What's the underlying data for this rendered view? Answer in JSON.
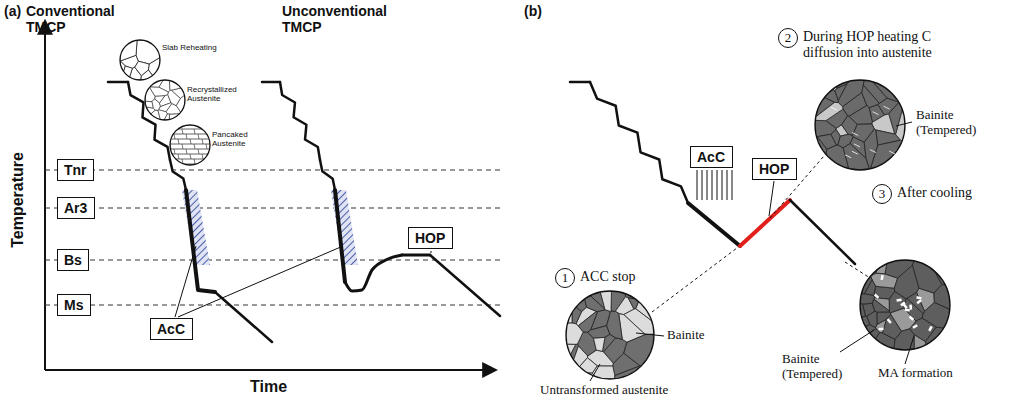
{
  "diagram": {
    "nodes": [
      {
        "text": [
          "Tnr"
        ]
      },
      {
        "text": [
          "Ar3"
        ]
      },
      {
        "text": [
          "Bs"
        ]
      },
      {
        "text": [
          "Ms"
        ]
      },
      {
        "text": [
          "AcC"
        ]
      },
      {
        "text": [
          "HOP"
        ]
      },
      {
        "text": [
          "1",
          "ACC stop"
        ]
      },
      {
        "text": [
          "2",
          "During HOP heating C diffusion into austenite"
        ]
      },
      {
        "text": [
          "AcC"
        ]
      },
      {
        "text": [
          "HOP"
        ]
      },
      {
        "text": [
          "3",
          "After cooling"
        ]
      }
    ],
    "labels": [
      "(a)",
      "Conventional TMCP",
      "Unconventional TMCP",
      "Slab Reheating",
      "Recrystallized Austenite",
      "Pancaked Austenite",
      "Temperature",
      "Time",
      "(b)",
      "Bainite (Tempered)",
      "Bainite",
      "Untransformed austenite",
      "Bainite (Tempered)",
      "MA formation"
    ]
  }
}
